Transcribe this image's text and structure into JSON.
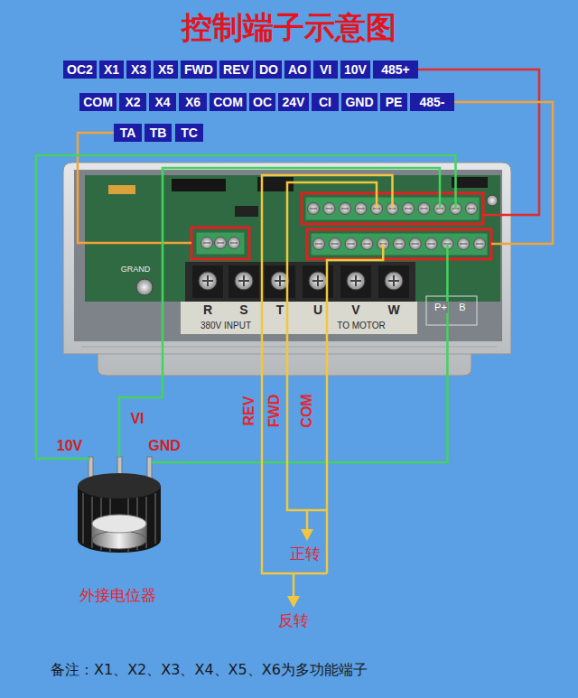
{
  "diagram": {
    "title": "控制端子示意图",
    "nodes": [
      {
        "text": [
          "OC2"
        ]
      },
      {
        "text": [
          "X1"
        ]
      },
      {
        "text": [
          "X3"
        ]
      },
      {
        "text": [
          "X5"
        ]
      },
      {
        "text": [
          "FWD"
        ]
      },
      {
        "text": [
          "REV"
        ]
      },
      {
        "text": [
          "DO"
        ]
      },
      {
        "text": [
          "AO"
        ]
      },
      {
        "text": [
          "VI"
        ]
      },
      {
        "text": [
          "10V"
        ]
      },
      {
        "text": [
          "485+"
        ]
      },
      {
        "text": [
          "COM"
        ]
      },
      {
        "text": [
          "X2"
        ]
      },
      {
        "text": [
          "X4"
        ]
      },
      {
        "text": [
          "X6"
        ]
      },
      {
        "text": [
          "COM"
        ]
      },
      {
        "text": [
          "OC"
        ]
      },
      {
        "text": [
          "24V"
        ]
      },
      {
        "text": [
          "CI"
        ]
      },
      {
        "text": [
          "GND"
        ]
      },
      {
        "text": [
          "PE"
        ]
      },
      {
        "text": [
          "485-"
        ]
      },
      {
        "text": [
          "TA"
        ]
      },
      {
        "text": [
          "TB"
        ]
      },
      {
        "text": [
          "TC"
        ]
      }
    ],
    "labels": [
      "R",
      "S",
      "T",
      "U",
      "V",
      "W",
      "380V INPUT",
      "TO MOTOR",
      "GRAND",
      "P+",
      "B",
      "REV",
      "FWD",
      "COM",
      "VI",
      "10V",
      "GND",
      "正转",
      "反转",
      "外接电位器",
      "备注：X1、X2、X3、X4、X5、X6为多功能端子"
    ]
  }
}
